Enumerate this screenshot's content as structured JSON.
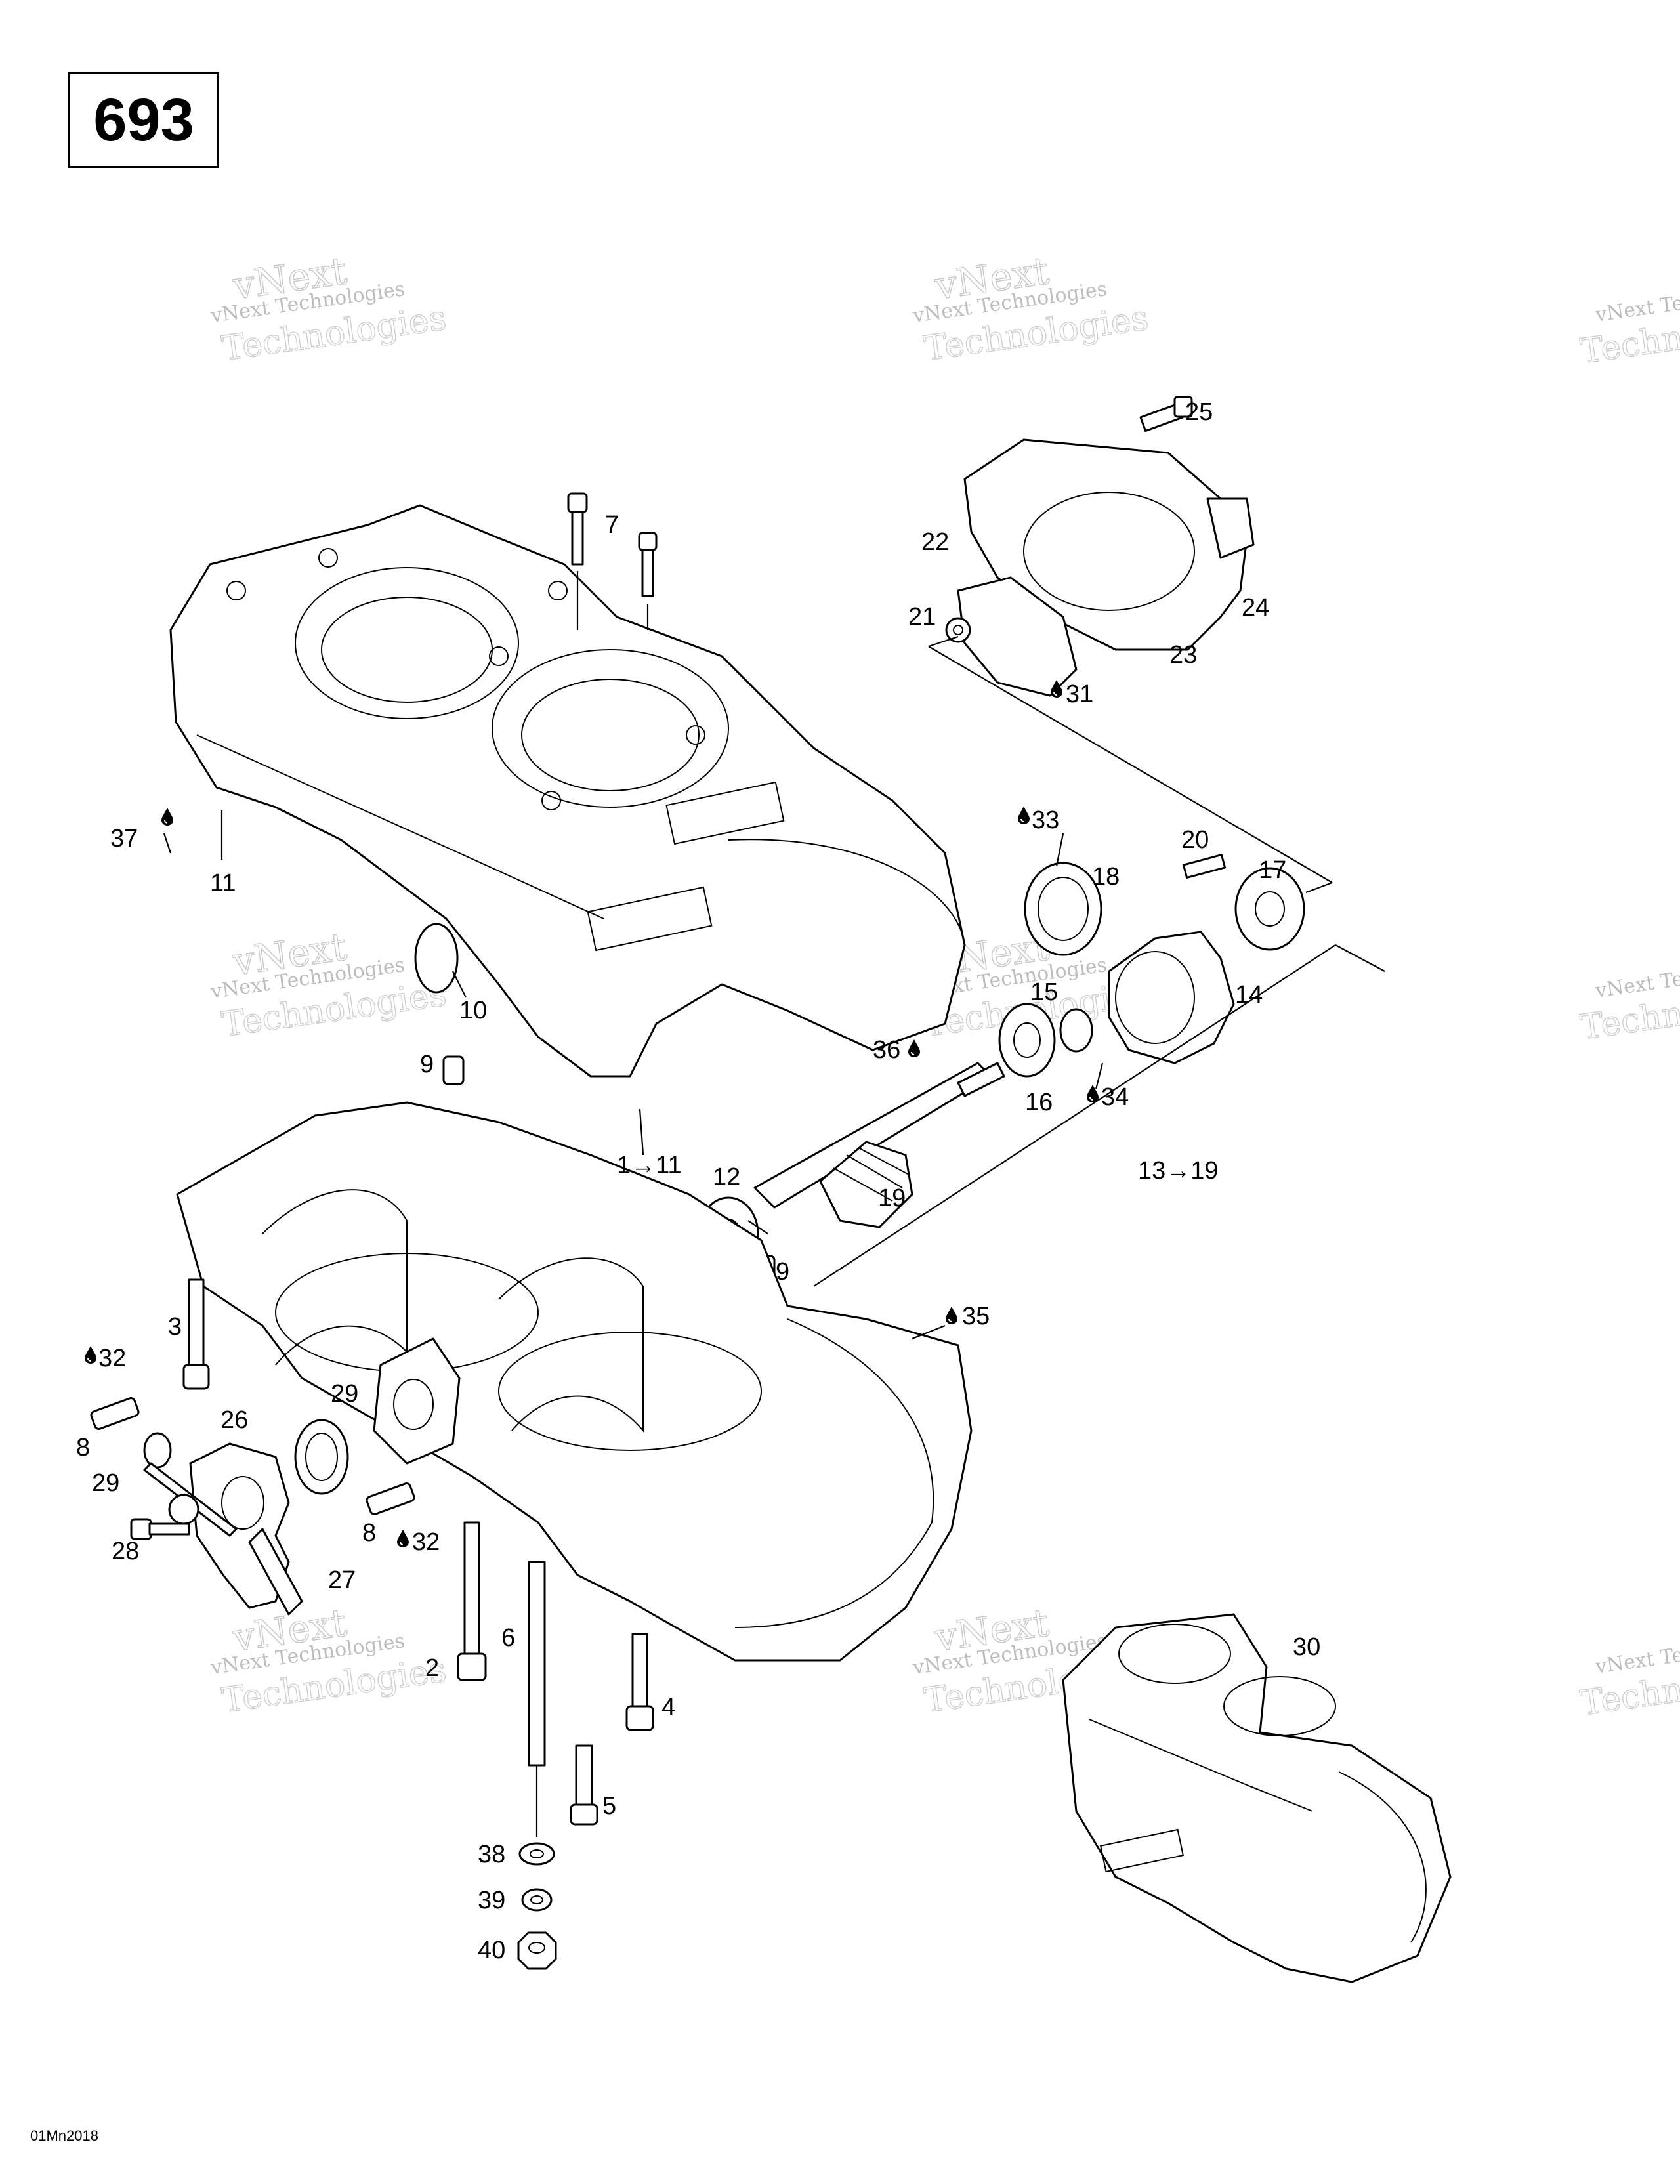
{
  "page_number": "693",
  "reference_code": "01Mn2018",
  "watermark": {
    "line1": "vNext Technologies",
    "line2": "vNext",
    "line3": "Technologies"
  },
  "drop_icon": "oil-drop-icon",
  "labels": [
    {
      "id": "7",
      "text": "7"
    },
    {
      "id": "11a",
      "text": "11"
    },
    {
      "id": "37",
      "text": "37"
    },
    {
      "id": "10",
      "text": "10"
    },
    {
      "id": "9a",
      "text": "9"
    },
    {
      "id": "1to11",
      "text": "1→11"
    },
    {
      "id": "25",
      "text": "25"
    },
    {
      "id": "22",
      "text": "22"
    },
    {
      "id": "21",
      "text": "21"
    },
    {
      "id": "24",
      "text": "24"
    },
    {
      "id": "23",
      "text": "23"
    },
    {
      "id": "31",
      "text": "31"
    },
    {
      "id": "33",
      "text": "33"
    },
    {
      "id": "18",
      "text": "18"
    },
    {
      "id": "20",
      "text": "20"
    },
    {
      "id": "17",
      "text": "17"
    },
    {
      "id": "15",
      "text": "15"
    },
    {
      "id": "14",
      "text": "14"
    },
    {
      "id": "36",
      "text": "36"
    },
    {
      "id": "16",
      "text": "16"
    },
    {
      "id": "34",
      "text": "34"
    },
    {
      "id": "12",
      "text": "12"
    },
    {
      "id": "19",
      "text": "19"
    },
    {
      "id": "13to19",
      "text": "13→19"
    },
    {
      "id": "9b",
      "text": "9"
    },
    {
      "id": "35",
      "text": "35"
    },
    {
      "id": "3",
      "text": "3"
    },
    {
      "id": "32a",
      "text": "32"
    },
    {
      "id": "26",
      "text": "26"
    },
    {
      "id": "29a",
      "text": "29"
    },
    {
      "id": "8a",
      "text": "8"
    },
    {
      "id": "29b",
      "text": "29"
    },
    {
      "id": "28",
      "text": "28"
    },
    {
      "id": "8b",
      "text": "8"
    },
    {
      "id": "32b",
      "text": "32"
    },
    {
      "id": "27",
      "text": "27"
    },
    {
      "id": "6",
      "text": "6"
    },
    {
      "id": "2",
      "text": "2"
    },
    {
      "id": "4",
      "text": "4"
    },
    {
      "id": "5",
      "text": "5"
    },
    {
      "id": "38",
      "text": "38"
    },
    {
      "id": "39",
      "text": "39"
    },
    {
      "id": "40",
      "text": "40"
    },
    {
      "id": "30",
      "text": "30"
    }
  ]
}
